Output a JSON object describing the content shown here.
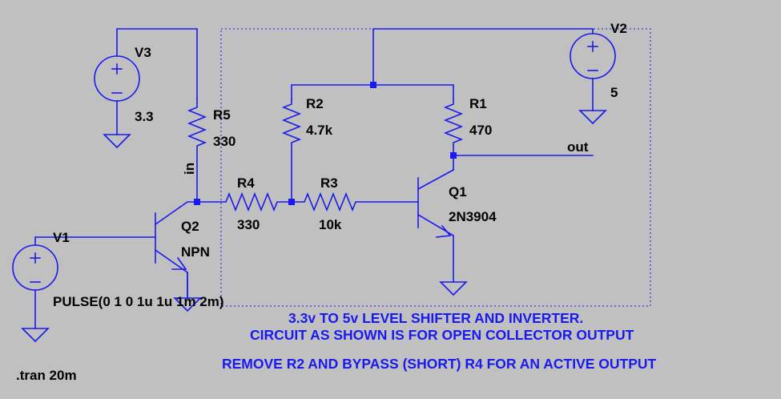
{
  "components": {
    "v1": {
      "name": "V1",
      "value": "PULSE(0 1 0 1u 1u 1m 2m)"
    },
    "v2": {
      "name": "V2",
      "value": "5"
    },
    "v3": {
      "name": "V3",
      "value": "3.3"
    },
    "r1": {
      "name": "R1",
      "value": "470"
    },
    "r2": {
      "name": "R2",
      "value": "4.7k"
    },
    "r3": {
      "name": "R3",
      "value": "10k"
    },
    "r4": {
      "name": "R4",
      "value": "330"
    },
    "r5": {
      "name": "R5",
      "value": "330"
    },
    "q1": {
      "name": "Q1",
      "value": "2N3904"
    },
    "q2": {
      "name": "Q2",
      "value": "NPN"
    }
  },
  "nets": {
    "in": "in",
    "out": "out"
  },
  "directive": ".tran 20m",
  "notes": [
    "3.3v TO 5v LEVEL SHIFTER AND INVERTER.",
    "CIRCUIT AS SHOWN IS FOR OPEN COLLECTOR OUTPUT",
    "REMOVE R2 AND BYPASS (SHORT) R4 FOR AN ACTIVE OUTPUT"
  ],
  "colors": {
    "background": "#c0c0c0",
    "wire": "#1a1af0",
    "label": "#000000",
    "note": "#1a1af0"
  }
}
